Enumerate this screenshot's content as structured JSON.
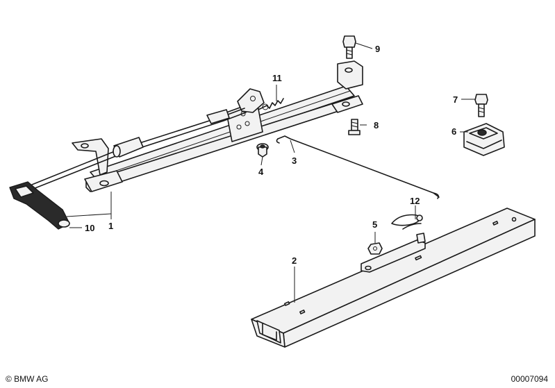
{
  "callouts": {
    "c1": "1",
    "c2": "2",
    "c3": "3",
    "c4": "4",
    "c5": "5",
    "c6": "6",
    "c7": "7",
    "c8": "8",
    "c9": "9",
    "c10": "10",
    "c11": "11",
    "c12": "12"
  },
  "footer": {
    "copyright": "© BMW AG",
    "doc_number": "00007094"
  }
}
